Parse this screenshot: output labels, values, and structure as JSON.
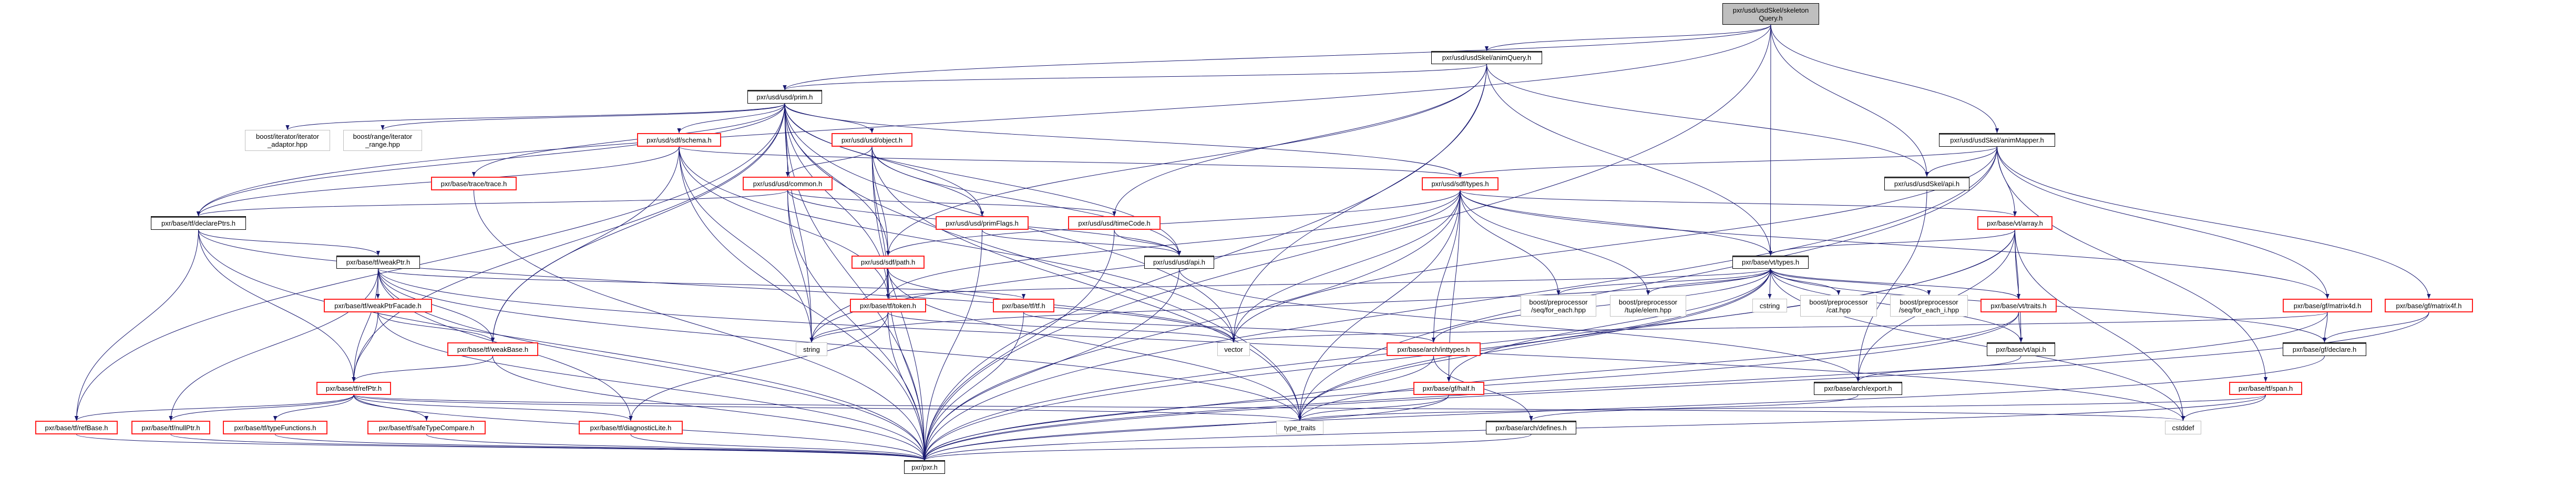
{
  "graph": {
    "title": "pxr/usd/usdSkel/skeletonQuery.h include dependency graph",
    "edge_color": "#191970",
    "truncated_border_color": "#ff0000",
    "external_border_color": "#bfbfbf",
    "root_fill": "#bfbfbf",
    "nodes": [
      {
        "id": "root",
        "label": "pxr/usd/usdSkel/skeleton\nQuery.h",
        "kind": "root"
      },
      {
        "id": "animQuery",
        "label": "pxr/usd/usdSkel/animQuery.h",
        "kind": "normal"
      },
      {
        "id": "prim",
        "label": "pxr/usd/usd/prim.h",
        "kind": "normal"
      },
      {
        "id": "iterAdaptor",
        "label": "boost/iterator/iterator\n_adaptor.hpp",
        "kind": "external"
      },
      {
        "id": "iterRange",
        "label": "boost/range/iterator\n_range.hpp",
        "kind": "external"
      },
      {
        "id": "schema",
        "label": "pxr/usd/sdf/schema.h",
        "kind": "truncated"
      },
      {
        "id": "object",
        "label": "pxr/usd/usd/object.h",
        "kind": "truncated"
      },
      {
        "id": "animMapper",
        "label": "pxr/usd/usdSkel/animMapper.h",
        "kind": "normal"
      },
      {
        "id": "trace",
        "label": "pxr/base/trace/trace.h",
        "kind": "truncated"
      },
      {
        "id": "common",
        "label": "pxr/usd/usd/common.h",
        "kind": "truncated"
      },
      {
        "id": "sdfTypes",
        "label": "pxr/usd/sdf/types.h",
        "kind": "truncated"
      },
      {
        "id": "skelApi",
        "label": "pxr/usd/usdSkel/api.h",
        "kind": "normal"
      },
      {
        "id": "declarePtrs",
        "label": "pxr/base/tf/declarePtrs.h",
        "kind": "normal"
      },
      {
        "id": "primFlags",
        "label": "pxr/usd/usd/primFlags.h",
        "kind": "truncated"
      },
      {
        "id": "timeCode",
        "label": "pxr/usd/usd/timeCode.h",
        "kind": "truncated"
      },
      {
        "id": "array",
        "label": "pxr/base/vt/array.h",
        "kind": "truncated"
      },
      {
        "id": "weakPtr",
        "label": "pxr/base/tf/weakPtr.h",
        "kind": "normal"
      },
      {
        "id": "path",
        "label": "pxr/usd/sdf/path.h",
        "kind": "truncated"
      },
      {
        "id": "usdApi",
        "label": "pxr/usd/usd/api.h",
        "kind": "normal"
      },
      {
        "id": "vtTypes",
        "label": "pxr/base/vt/types.h",
        "kind": "normal"
      },
      {
        "id": "weakPtrFacade",
        "label": "pxr/base/tf/weakPtrFacade.h",
        "kind": "truncated"
      },
      {
        "id": "token",
        "label": "pxr/base/tf/token.h",
        "kind": "truncated"
      },
      {
        "id": "tf",
        "label": "pxr/base/tf/tf.h",
        "kind": "truncated"
      },
      {
        "id": "forEach",
        "label": "boost/preprocessor\n/seq/for_each.hpp",
        "kind": "external"
      },
      {
        "id": "tupleElem",
        "label": "boost/preprocessor\n/tuple/elem.hpp",
        "kind": "external"
      },
      {
        "id": "cstring",
        "label": "cstring",
        "kind": "external"
      },
      {
        "id": "cat",
        "label": "boost/preprocessor\n/cat.hpp",
        "kind": "external"
      },
      {
        "id": "forEachI",
        "label": "boost/preprocessor\n/seq/for_each_i.hpp",
        "kind": "external"
      },
      {
        "id": "traits",
        "label": "pxr/base/vt/traits.h",
        "kind": "truncated"
      },
      {
        "id": "matrix4d",
        "label": "pxr/base/gf/matrix4d.h",
        "kind": "truncated"
      },
      {
        "id": "matrix4f",
        "label": "pxr/base/gf/matrix4f.h",
        "kind": "truncated"
      },
      {
        "id": "weakBase",
        "label": "pxr/base/tf/weakBase.h",
        "kind": "truncated"
      },
      {
        "id": "string",
        "label": "string",
        "kind": "external"
      },
      {
        "id": "vector",
        "label": "vector",
        "kind": "external"
      },
      {
        "id": "inttypes",
        "label": "pxr/base/arch/inttypes.h",
        "kind": "truncated"
      },
      {
        "id": "vtApi",
        "label": "pxr/base/vt/api.h",
        "kind": "normal"
      },
      {
        "id": "declare",
        "label": "pxr/base/gf/declare.h",
        "kind": "normal"
      },
      {
        "id": "refPtr",
        "label": "pxr/base/tf/refPtr.h",
        "kind": "truncated"
      },
      {
        "id": "half",
        "label": "pxr/base/gf/half.h",
        "kind": "truncated"
      },
      {
        "id": "export",
        "label": "pxr/base/arch/export.h",
        "kind": "normal"
      },
      {
        "id": "span",
        "label": "pxr/base/tf/span.h",
        "kind": "truncated"
      },
      {
        "id": "refBase",
        "label": "pxr/base/tf/refBase.h",
        "kind": "truncated"
      },
      {
        "id": "nullPtr",
        "label": "pxr/base/tf/nullPtr.h",
        "kind": "truncated"
      },
      {
        "id": "typeFunctions",
        "label": "pxr/base/tf/typeFunctions.h",
        "kind": "truncated"
      },
      {
        "id": "safeTypeCompare",
        "label": "pxr/base/tf/safeTypeCompare.h",
        "kind": "truncated"
      },
      {
        "id": "diagnosticLite",
        "label": "pxr/base/tf/diagnosticLite.h",
        "kind": "truncated"
      },
      {
        "id": "typeTraits",
        "label": "type_traits",
        "kind": "external"
      },
      {
        "id": "defines",
        "label": "pxr/base/arch/defines.h",
        "kind": "normal"
      },
      {
        "id": "cstddef",
        "label": "cstddef",
        "kind": "external"
      },
      {
        "id": "pxr",
        "label": "pxr/pxr.h",
        "kind": "normal"
      }
    ],
    "edges": [
      [
        "root",
        "animQuery"
      ],
      [
        "root",
        "animMapper"
      ],
      [
        "root",
        "skelApi"
      ],
      [
        "root",
        "vtTypes"
      ],
      [
        "root",
        "declarePtrs"
      ],
      [
        "root",
        "prim"
      ],
      [
        "root",
        "pxr"
      ],
      [
        "animQuery",
        "prim"
      ],
      [
        "animQuery",
        "path"
      ],
      [
        "animQuery",
        "timeCode"
      ],
      [
        "animQuery",
        "vtTypes"
      ],
      [
        "animQuery",
        "skelApi"
      ],
      [
        "animQuery",
        "pxr"
      ],
      [
        "animQuery",
        "vector"
      ],
      [
        "prim",
        "declarePtrs"
      ],
      [
        "prim",
        "iterAdaptor"
      ],
      [
        "prim",
        "iterRange"
      ],
      [
        "prim",
        "schema"
      ],
      [
        "prim",
        "object"
      ],
      [
        "prim",
        "common"
      ],
      [
        "prim",
        "trace"
      ],
      [
        "prim",
        "primFlags"
      ],
      [
        "prim",
        "path"
      ],
      [
        "prim",
        "weakBase"
      ],
      [
        "prim",
        "token"
      ],
      [
        "prim",
        "string"
      ],
      [
        "prim",
        "vector"
      ],
      [
        "prim",
        "typeTraits"
      ],
      [
        "prim",
        "refPtr"
      ],
      [
        "prim",
        "refBase"
      ],
      [
        "prim",
        "sdfTypes"
      ],
      [
        "prim",
        "usdApi"
      ],
      [
        "prim",
        "pxr"
      ],
      [
        "schema",
        "sdfTypes"
      ],
      [
        "schema",
        "token"
      ],
      [
        "schema",
        "weakBase"
      ],
      [
        "schema",
        "string"
      ],
      [
        "schema",
        "vector"
      ],
      [
        "schema",
        "pxr"
      ],
      [
        "schema",
        "declarePtrs"
      ],
      [
        "object",
        "common"
      ],
      [
        "object",
        "path"
      ],
      [
        "object",
        "usdApi"
      ],
      [
        "object",
        "primFlags"
      ],
      [
        "object",
        "token"
      ],
      [
        "object",
        "typeTraits"
      ],
      [
        "object",
        "pxr"
      ],
      [
        "common",
        "declarePtrs"
      ],
      [
        "common",
        "usdApi"
      ],
      [
        "common",
        "timeCode"
      ],
      [
        "common",
        "string"
      ],
      [
        "common",
        "pxr"
      ],
      [
        "trace",
        "pxr"
      ],
      [
        "primFlags",
        "usdApi"
      ],
      [
        "primFlags",
        "pxr"
      ],
      [
        "timeCode",
        "usdApi"
      ],
      [
        "timeCode",
        "pxr"
      ],
      [
        "sdfTypes",
        "array"
      ],
      [
        "sdfTypes",
        "vtTypes"
      ],
      [
        "sdfTypes",
        "vector"
      ],
      [
        "sdfTypes",
        "string"
      ],
      [
        "sdfTypes",
        "token"
      ],
      [
        "sdfTypes",
        "path"
      ],
      [
        "sdfTypes",
        "forEach"
      ],
      [
        "sdfTypes",
        "tupleElem"
      ],
      [
        "sdfTypes",
        "inttypes"
      ],
      [
        "sdfTypes",
        "half"
      ],
      [
        "sdfTypes",
        "matrix4d"
      ],
      [
        "sdfTypes",
        "typeTraits"
      ],
      [
        "sdfTypes",
        "pxr"
      ],
      [
        "declarePtrs",
        "weakPtr"
      ],
      [
        "declarePtrs",
        "refPtr"
      ],
      [
        "declarePtrs",
        "refBase"
      ],
      [
        "declarePtrs",
        "pxr"
      ],
      [
        "declarePtrs",
        "vector"
      ],
      [
        "weakPtr",
        "weakPtrFacade"
      ],
      [
        "weakPtr",
        "weakBase"
      ],
      [
        "weakPtr",
        "refPtr"
      ],
      [
        "weakPtr",
        "nullPtr"
      ],
      [
        "weakPtr",
        "tf"
      ],
      [
        "weakPtr",
        "typeTraits"
      ],
      [
        "weakPtr",
        "cstddef"
      ],
      [
        "weakPtr",
        "pxr"
      ],
      [
        "weakPtr",
        "diagnosticLite"
      ],
      [
        "weakPtrFacade",
        "refPtr"
      ],
      [
        "weakPtrFacade",
        "weakBase"
      ],
      [
        "weakPtrFacade",
        "pxr"
      ],
      [
        "weakBase",
        "refPtr"
      ],
      [
        "weakBase",
        "pxr"
      ],
      [
        "refPtr",
        "refBase"
      ],
      [
        "refPtr",
        "nullPtr"
      ],
      [
        "refPtr",
        "typeFunctions"
      ],
      [
        "refPtr",
        "safeTypeCompare"
      ],
      [
        "refPtr",
        "diagnosticLite"
      ],
      [
        "refPtr",
        "typeTraits"
      ],
      [
        "refPtr",
        "cstddef"
      ],
      [
        "refPtr",
        "pxr"
      ],
      [
        "refBase",
        "pxr"
      ],
      [
        "nullPtr",
        "pxr"
      ],
      [
        "typeFunctions",
        "pxr"
      ],
      [
        "safeTypeCompare",
        "pxr"
      ],
      [
        "diagnosticLite",
        "pxr"
      ],
      [
        "path",
        "token"
      ],
      [
        "path",
        "string"
      ],
      [
        "path",
        "vector"
      ],
      [
        "path",
        "typeTraits"
      ],
      [
        "path",
        "pxr"
      ],
      [
        "token",
        "string"
      ],
      [
        "token",
        "vector"
      ],
      [
        "token",
        "diagnosticLite"
      ],
      [
        "token",
        "pxr"
      ],
      [
        "tf",
        "inttypes"
      ],
      [
        "tf",
        "pxr"
      ],
      [
        "usdApi",
        "export"
      ],
      [
        "usdApi",
        "pxr"
      ],
      [
        "inttypes",
        "defines"
      ],
      [
        "inttypes",
        "pxr"
      ],
      [
        "half",
        "typeTraits"
      ],
      [
        "half",
        "pxr"
      ],
      [
        "defines",
        "pxr"
      ],
      [
        "vtTypes",
        "forEach"
      ],
      [
        "vtTypes",
        "tupleElem"
      ],
      [
        "vtTypes",
        "cstring"
      ],
      [
        "vtTypes",
        "cat"
      ],
      [
        "vtTypes",
        "forEachI"
      ],
      [
        "vtTypes",
        "traits"
      ],
      [
        "vtTypes",
        "vtApi"
      ],
      [
        "vtTypes",
        "half"
      ],
      [
        "vtTypes",
        "inttypes"
      ],
      [
        "vtTypes",
        "token"
      ],
      [
        "vtTypes",
        "string"
      ],
      [
        "vtTypes",
        "cstddef"
      ],
      [
        "vtTypes",
        "declare"
      ],
      [
        "vtTypes",
        "typeTraits"
      ],
      [
        "vtTypes",
        "pxr"
      ],
      [
        "array",
        "vtTypes"
      ],
      [
        "array",
        "traits"
      ],
      [
        "array",
        "vtApi"
      ],
      [
        "array",
        "export"
      ],
      [
        "array",
        "cstddef"
      ],
      [
        "array",
        "typeTraits"
      ],
      [
        "array",
        "pxr"
      ],
      [
        "traits",
        "vtApi"
      ],
      [
        "traits",
        "typeTraits"
      ],
      [
        "traits",
        "pxr"
      ],
      [
        "vtApi",
        "export"
      ],
      [
        "matrix4d",
        "declare"
      ],
      [
        "matrix4d",
        "vector"
      ],
      [
        "matrix4d",
        "pxr"
      ],
      [
        "matrix4f",
        "declare"
      ],
      [
        "matrix4f",
        "pxr"
      ],
      [
        "declare",
        "pxr"
      ],
      [
        "span",
        "cstddef"
      ],
      [
        "span",
        "typeTraits"
      ],
      [
        "span",
        "pxr"
      ],
      [
        "animMapper",
        "skelApi"
      ],
      [
        "animMapper",
        "array"
      ],
      [
        "animMapper",
        "sdfTypes"
      ],
      [
        "animMapper",
        "matrix4d"
      ],
      [
        "animMapper",
        "matrix4f"
      ],
      [
        "animMapper",
        "vector"
      ],
      [
        "animMapper",
        "typeTraits"
      ],
      [
        "animMapper",
        "span"
      ],
      [
        "animMapper",
        "pxr"
      ],
      [
        "skelApi",
        "export"
      ],
      [
        "export",
        "defines"
      ]
    ]
  }
}
